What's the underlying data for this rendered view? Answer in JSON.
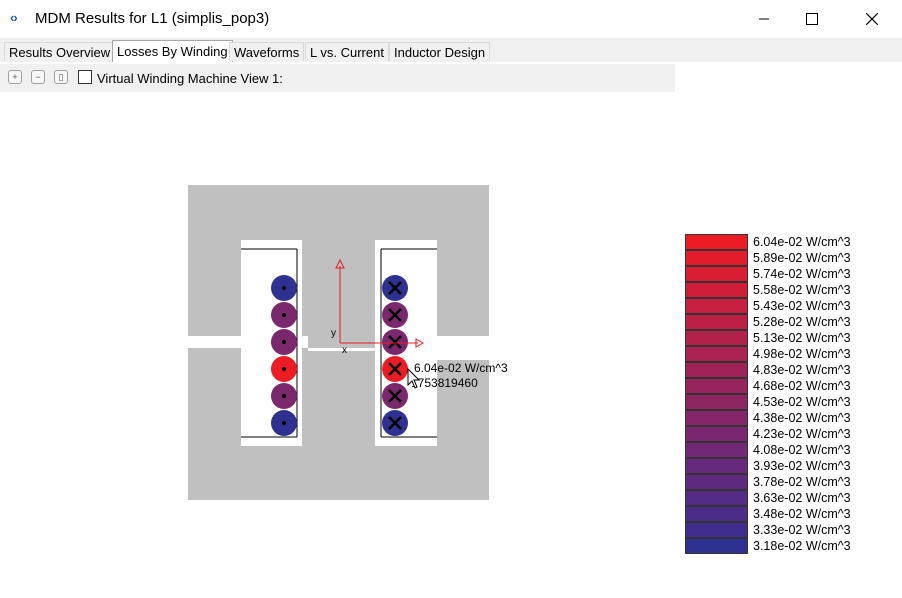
{
  "window": {
    "title": "MDM Results for L1 (simplis_pop3)"
  },
  "tabs": [
    "Results Overview",
    "Losses By Winding",
    "Waveforms",
    "L vs. Current",
    "Inductor Design"
  ],
  "active_tab": 1,
  "toolbar": {
    "checkbox_label": "Virtual Winding Machine View",
    "winding_number": "1:"
  },
  "axes": {
    "x_label": "x",
    "y_label": "y"
  },
  "tooltip": {
    "value": "6.04e-02 W/cm^3",
    "id": "1753819460"
  },
  "windings": {
    "left_column": {
      "symbol": "dot",
      "colors": [
        "#2e3190",
        "#7a2a6c",
        "#7a2a6c",
        "#ec1c24",
        "#7a2a6c",
        "#2e3190"
      ]
    },
    "right_column": {
      "symbol": "cross",
      "colors": [
        "#2e3190",
        "#7a2a6c",
        "#7a2a6c",
        "#ec1c24",
        "#7a2a6c",
        "#2e3190"
      ]
    }
  },
  "legend": [
    {
      "label": "6.04e-02 W/cm^3",
      "color": "#ec1c24"
    },
    {
      "label": "5.89e-02 W/cm^3",
      "color": "#e31c2b"
    },
    {
      "label": "5.74e-02 W/cm^3",
      "color": "#d91d32"
    },
    {
      "label": "5.58e-02 W/cm^3",
      "color": "#d01e38"
    },
    {
      "label": "5.43e-02 W/cm^3",
      "color": "#c61f3f"
    },
    {
      "label": "5.28e-02 W/cm^3",
      "color": "#bd2045"
    },
    {
      "label": "5.13e-02 W/cm^3",
      "color": "#b3214b"
    },
    {
      "label": "4.98e-02 W/cm^3",
      "color": "#aa2251"
    },
    {
      "label": "4.83e-02 W/cm^3",
      "color": "#a02357"
    },
    {
      "label": "4.68e-02 W/cm^3",
      "color": "#97245d"
    },
    {
      "label": "4.53e-02 W/cm^3",
      "color": "#8d2563"
    },
    {
      "label": "4.38e-02 W/cm^3",
      "color": "#842669"
    },
    {
      "label": "4.23e-02 W/cm^3",
      "color": "#7a276f"
    },
    {
      "label": "4.08e-02 W/cm^3",
      "color": "#712875"
    },
    {
      "label": "3.93e-02 W/cm^3",
      "color": "#67297b"
    },
    {
      "label": "3.78e-02 W/cm^3",
      "color": "#5e2a80"
    },
    {
      "label": "3.63e-02 W/cm^3",
      "color": "#542b85"
    },
    {
      "label": "3.48e-02 W/cm^3",
      "color": "#4b2c89"
    },
    {
      "label": "3.33e-02 W/cm^3",
      "color": "#412d8d"
    },
    {
      "label": "3.18e-02 W/cm^3",
      "color": "#2e3190"
    }
  ]
}
